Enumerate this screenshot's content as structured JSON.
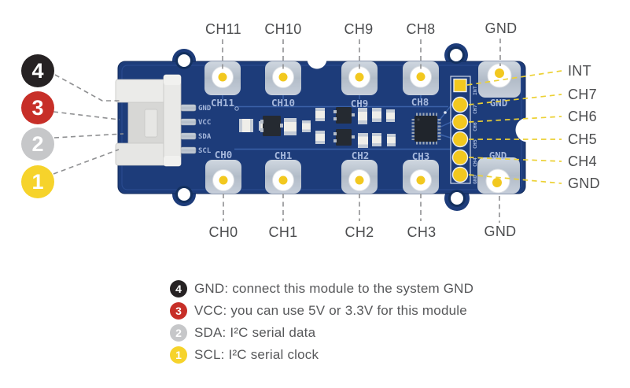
{
  "callouts": {
    "top": [
      "CH11",
      "CH10",
      "CH9",
      "CH8",
      "GND"
    ],
    "bottom": [
      "CH0",
      "CH1",
      "CH2",
      "CH3",
      "GND"
    ],
    "right": [
      "INT",
      "CH7",
      "CH6",
      "CH5",
      "CH4",
      "GND"
    ],
    "left_badges": [
      {
        "number": "4",
        "color": "#262223"
      },
      {
        "number": "3",
        "color": "#c72f28"
      },
      {
        "number": "2",
        "color": "#c6c7c9"
      },
      {
        "number": "1",
        "color": "#f6d32b"
      }
    ]
  },
  "board": {
    "silkscreen": {
      "top_row": [
        "CH11",
        "CH10",
        "CH9",
        "CH8"
      ],
      "bottom_row": [
        "CH0",
        "CH1",
        "CH2",
        "CH3"
      ],
      "gnd_top": "GND",
      "gnd_bottom": "GND",
      "connector_pins": [
        "GND",
        "VCC",
        "SDA",
        "SCL"
      ],
      "header_pins": [
        "INT",
        "CH7",
        "CH6",
        "CH5",
        "CH4",
        "GND"
      ]
    }
  },
  "legend": {
    "items": [
      {
        "number": "4",
        "color": "#262223",
        "text": "GND: connect this module to the system GND"
      },
      {
        "number": "3",
        "color": "#c72f28",
        "text": "VCC: you can use 5V or 3.3V for this module"
      },
      {
        "number": "2",
        "color": "#c6c7c9",
        "text": "SDA: I²C serial data"
      },
      {
        "number": "1",
        "color": "#f6d32b",
        "text": "SCL: I²C serial clock"
      }
    ]
  },
  "colors": {
    "pcb_blue": "#1d3c7a",
    "pad_yellow": "#f2c81f",
    "leader_gray": "#8f9092",
    "leader_yellow": "#ecd135",
    "label_text": "#4c4d4f",
    "legend_text": "#57585a"
  }
}
